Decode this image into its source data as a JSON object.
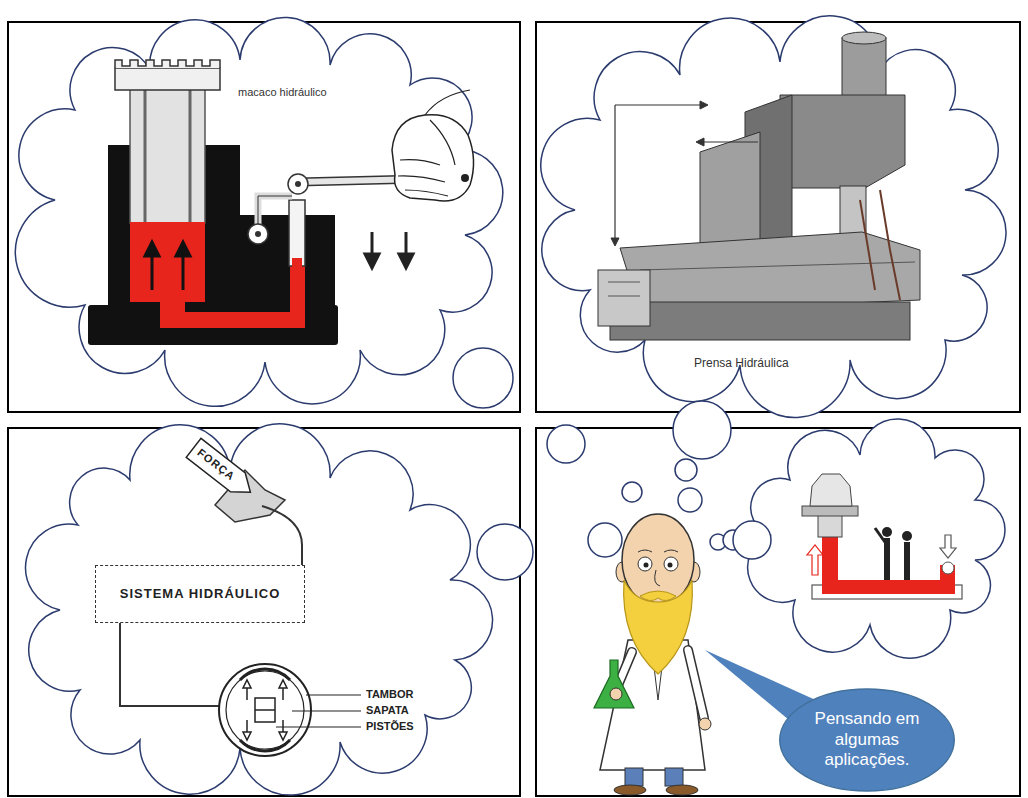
{
  "diagram": {
    "nodes": [
      {
        "text": [
          "FORÇA"
        ]
      },
      {
        "text": [
          "SISTEMA HIDRÁULICO"
        ]
      },
      {
        "text": [
          "Pensando em algumas aplicações."
        ]
      }
    ],
    "labels": [
      "macaco hidráulico",
      "Prensa Hidráulica",
      "TAMBOR",
      "SAPATA",
      "PISTÕES"
    ]
  }
}
